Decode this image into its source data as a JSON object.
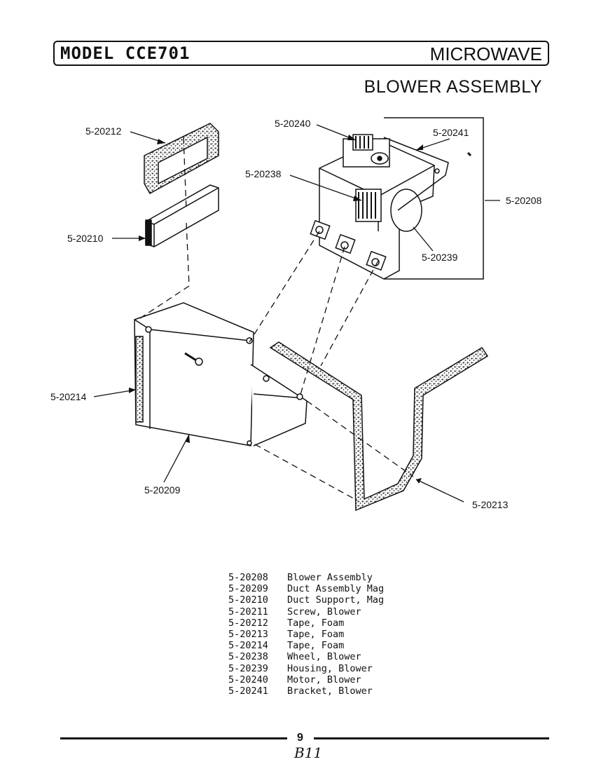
{
  "header": {
    "model": "MODEL CCE701",
    "category": "MICROWAVE"
  },
  "section_title": "BLOWER ASSEMBLY",
  "callouts": {
    "c20212": "5-20212",
    "c20240": "5-20240",
    "c20241": "5-20241",
    "c20238": "5-20238",
    "c20208": "5-20208",
    "c20210": "5-20210",
    "c20239": "5-20239",
    "c20214": "5-20214",
    "c20209": "5-20209",
    "c20213": "5-20213"
  },
  "parts": [
    {
      "number": "5-20208",
      "description": "Blower Assembly"
    },
    {
      "number": "5-20209",
      "description": "Duct Assembly Mag"
    },
    {
      "number": "5-20210",
      "description": "Duct Support, Mag"
    },
    {
      "number": "5-20211",
      "description": "Screw, Blower"
    },
    {
      "number": "5-20212",
      "description": "Tape, Foam"
    },
    {
      "number": "5-20213",
      "description": "Tape, Foam"
    },
    {
      "number": "5-20214",
      "description": "Tape, Foam"
    },
    {
      "number": "5-20238",
      "description": "Wheel, Blower"
    },
    {
      "number": "5-20239",
      "description": "Housing, Blower"
    },
    {
      "number": "5-20240",
      "description": "Motor, Blower"
    },
    {
      "number": "5-20241",
      "description": "Bracket, Blower"
    }
  ],
  "footer": {
    "page_number": "9",
    "handwritten_note": "B11"
  }
}
